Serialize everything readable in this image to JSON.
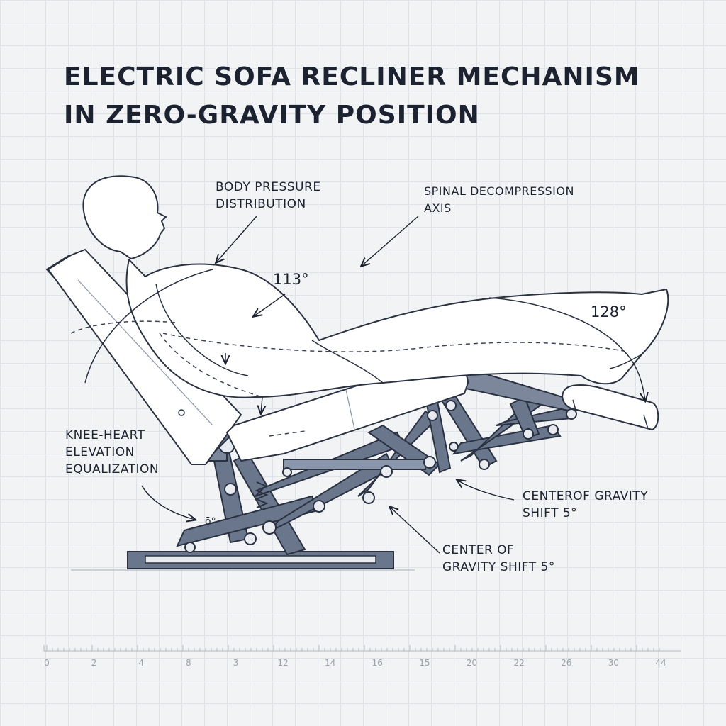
{
  "title": {
    "line1": "ELECTRIC SOFA RECLINER MECHANISM",
    "line2": "IN ZERO-GRAVITY POSITION"
  },
  "annotations": {
    "body_pressure": {
      "line1": "BODY PRESSURE",
      "line2": "DISTRIBUTION"
    },
    "spinal": {
      "line1": "SPINAL DECOMPRESSION",
      "line2": "AXIS"
    },
    "knee_heart": {
      "line1": "KNEE-HEART",
      "line2": "ELEVATION",
      "line3": "EQUALIZATION"
    },
    "cog_right": {
      "line1": "CENTEROF GRAVITY",
      "line2": "SHIFT 5°"
    },
    "cog_bottom": {
      "line1": "CENTER OF",
      "line2": "GRAVITY SHIFT 5°"
    }
  },
  "angles": {
    "hip": "113°",
    "knee": "128°",
    "small_mark": "ō°"
  },
  "ruler": {
    "labels": [
      "0",
      "2",
      "4",
      "8",
      "3",
      "12",
      "14",
      "16",
      "15",
      "20",
      "22",
      "26",
      "30",
      "44"
    ]
  },
  "colors": {
    "ink": "#1d2330",
    "frame": "#5e6a80",
    "frame_light": "#8a96ab",
    "paper": "#f2f3f4",
    "grid": "#dfe2e6"
  }
}
